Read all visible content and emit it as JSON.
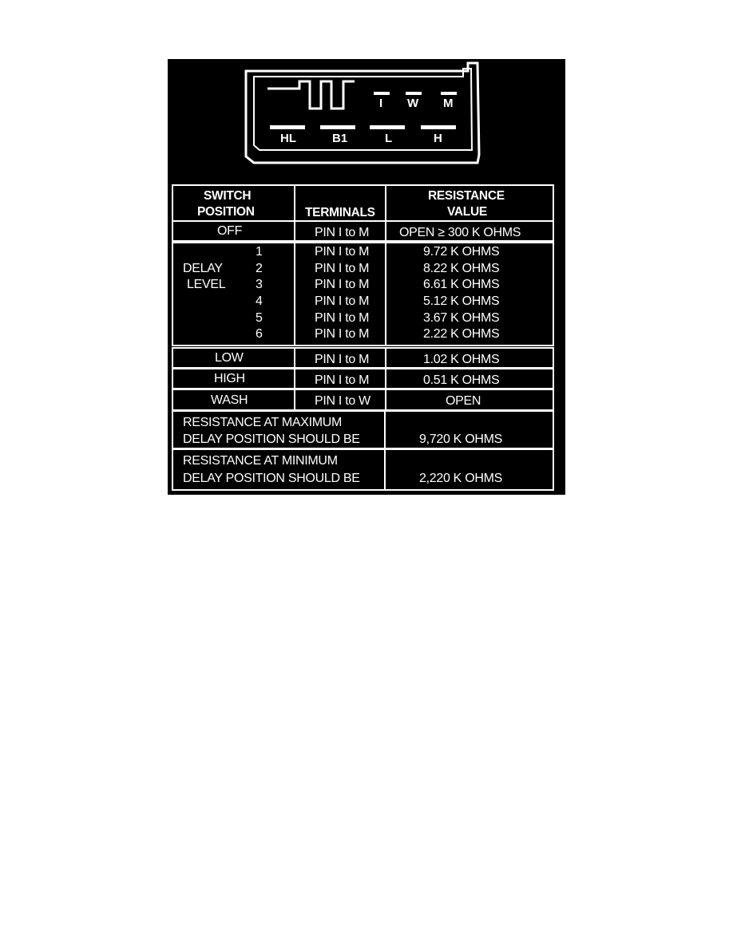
{
  "connector": {
    "top_pins": [
      "I",
      "W",
      "M"
    ],
    "bottom_pins": [
      "HL",
      "B1",
      "L",
      "H"
    ]
  },
  "table": {
    "headers": {
      "switch_position": [
        "SWITCH",
        "POSITION"
      ],
      "terminals": "TERMINALS",
      "resistance_value": [
        "RESISTANCE",
        "VALUE"
      ]
    },
    "off_row": {
      "position": "OFF",
      "terminals": "PIN I to M",
      "value": "OPEN ≥ 300 K OHMS"
    },
    "delay_group": {
      "label_line1": "DELAY",
      "label_line2": "LEVEL",
      "rows": [
        {
          "level": "1",
          "terminals": "PIN I to M",
          "value": "9.72 K OHMS"
        },
        {
          "level": "2",
          "terminals": "PIN I to M",
          "value": "8.22 K OHMS"
        },
        {
          "level": "3",
          "terminals": "PIN I to M",
          "value": "6.61 K OHMS"
        },
        {
          "level": "4",
          "terminals": "PIN I to M",
          "value": "5.12 K OHMS"
        },
        {
          "level": "5",
          "terminals": "PIN I to M",
          "value": "3.67 K OHMS"
        },
        {
          "level": "6",
          "terminals": "PIN I to M",
          "value": "2.22 K OHMS"
        }
      ]
    },
    "rows": [
      {
        "position": "LOW",
        "terminals": "PIN I to M",
        "value": "1.02 K OHMS"
      },
      {
        "position": "HIGH",
        "terminals": "PIN I to M",
        "value": "0.51 K OHMS"
      },
      {
        "position": "WASH",
        "terminals": "PIN I to W",
        "value": "OPEN"
      }
    ],
    "notes": [
      {
        "line1": "RESISTANCE AT MAXIMUM",
        "line2": "DELAY POSITION SHOULD BE",
        "value": "9,720 K OHMS"
      },
      {
        "line1": "RESISTANCE AT MINIMUM",
        "line2": "DELAY POSITION SHOULD BE",
        "value": "2,220 K OHMS"
      }
    ]
  }
}
